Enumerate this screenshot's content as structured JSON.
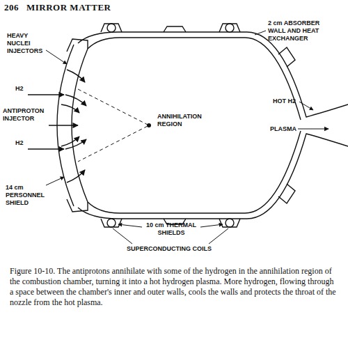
{
  "diagram": {
    "caption": "Figure 10-10. The antiprotons annihilate with some of the hydrogen in the annihilation region of the combustion chamber, turning it into a hot hydrogen plasma. More hydrogen, flowing through a space between the chamber's inner and outer walls, cools the walls and protects the throat of the nozzle from the hot plasma.",
    "labels": [
      "206",
      "MIRROR MATTER",
      "HEAVY NUCLEI INJECTORS",
      "H2",
      "ANTIPROTON INJECTOR",
      "H2",
      "ANNIHILATION REGION",
      "2 cm ABSORBER WALL AND HEAT EXCHANGER",
      "HOT H2",
      "PLASMA",
      "14 cm PERSONNEL SHIELD",
      "10 cm THERMAL SHIELDS",
      "SUPERCONDUCTING COILS"
    ]
  }
}
